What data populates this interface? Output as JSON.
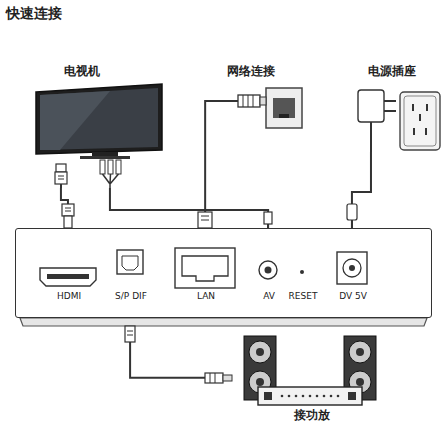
{
  "diagram": {
    "title": "快速连接",
    "nodes": [
      {
        "text": [
          "电视机"
        ]
      },
      {
        "text": [
          "网络连接"
        ]
      },
      {
        "text": [
          "电源插座"
        ]
      },
      {
        "text": [
          "HDMI",
          "S/P DIF",
          "LAN",
          "AV",
          "RESET",
          "DV 5V"
        ]
      },
      {
        "text": [
          "接功放"
        ]
      }
    ],
    "edges": [
      {
        "from": 0,
        "to": 3,
        "arrow": "none"
      },
      {
        "from": 0,
        "to": 3,
        "arrow": "none"
      },
      {
        "from": 1,
        "to": 3,
        "arrow": "none"
      },
      {
        "from": 2,
        "to": 3,
        "arrow": "none"
      },
      {
        "from": 3,
        "to": 4,
        "arrow": "none"
      }
    ]
  }
}
